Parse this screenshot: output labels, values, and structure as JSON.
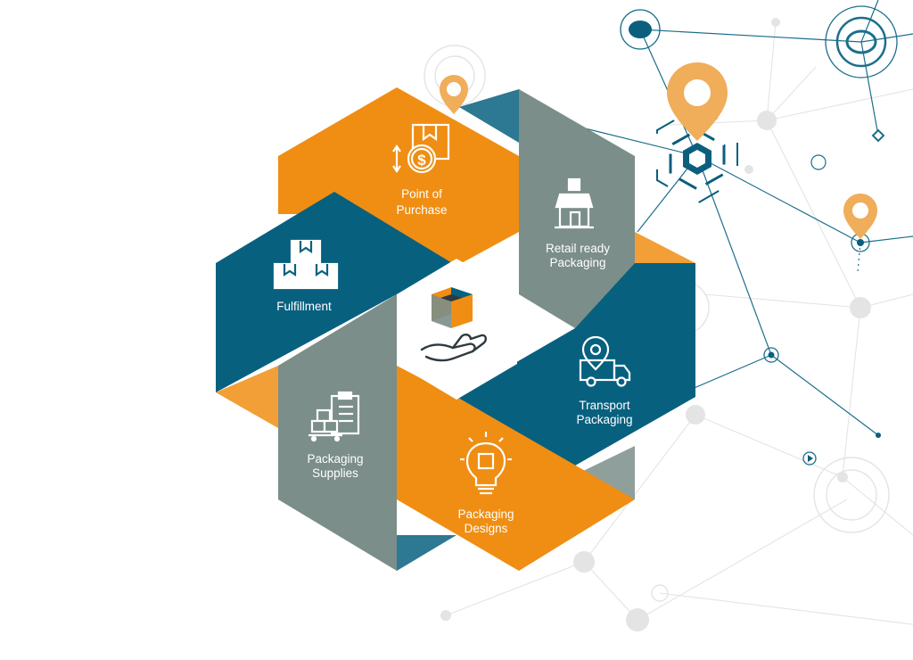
{
  "colors": {
    "orange": "#EF8E13",
    "teal": "#08607F",
    "gray": "#7B8E89",
    "network_line": "#1B6F8C",
    "network_dot": "#E3E3E3",
    "pin": "#F0AD5A"
  },
  "center": {
    "icon": "box-in-hand-icon"
  },
  "segments": [
    {
      "id": "point-of-purchase",
      "color": "orange",
      "icon": "box-dollar-icon",
      "line1": "Point of",
      "line2": "Purchase"
    },
    {
      "id": "retail-ready",
      "color": "gray",
      "icon": "storefront-icon",
      "line1": "Retail ready",
      "line2": "Packaging"
    },
    {
      "id": "transport",
      "color": "teal",
      "icon": "delivery-truck-icon",
      "line1": "Transport",
      "line2": "Packaging"
    },
    {
      "id": "designs",
      "color": "orange",
      "icon": "lightbulb-box-icon",
      "line1": "Packaging",
      "line2": "Designs"
    },
    {
      "id": "supplies",
      "color": "gray",
      "icon": "clipboard-boxes-icon",
      "line1": "Packaging",
      "line2": "Supplies"
    },
    {
      "id": "fulfillment",
      "color": "teal",
      "icon": "stacked-boxes-icon",
      "line1": "Fulfillment",
      "line2": ""
    }
  ]
}
